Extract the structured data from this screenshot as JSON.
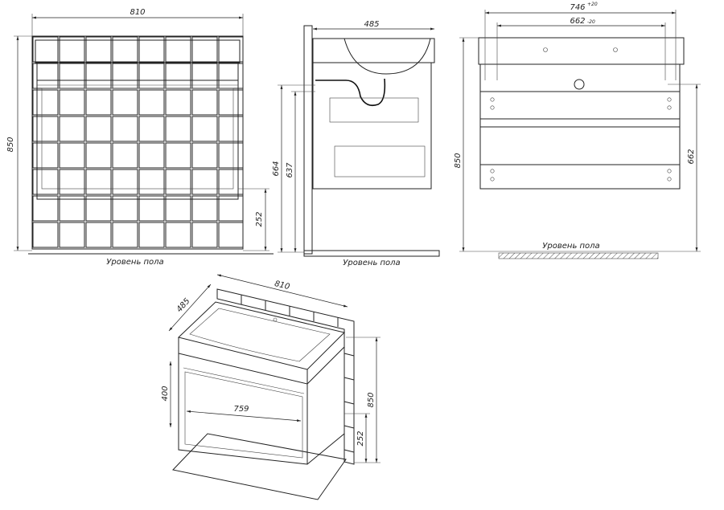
{
  "floor_label": "Уровень пола",
  "front_view": {
    "width": "810",
    "height": "850",
    "tile_height": "252"
  },
  "side_view": {
    "depth": "485",
    "drain_height_1": "664",
    "drain_height_2": "637"
  },
  "rear_view": {
    "width_outer": "746",
    "width_outer_tol": "+20",
    "width_inner": "662",
    "width_inner_tol": "-20",
    "height": "850",
    "mount_height": "662"
  },
  "iso_view": {
    "width": "810",
    "depth": "485",
    "drawer_height": "400",
    "drawer_width": "759",
    "height": "850",
    "tile_height": "252"
  }
}
